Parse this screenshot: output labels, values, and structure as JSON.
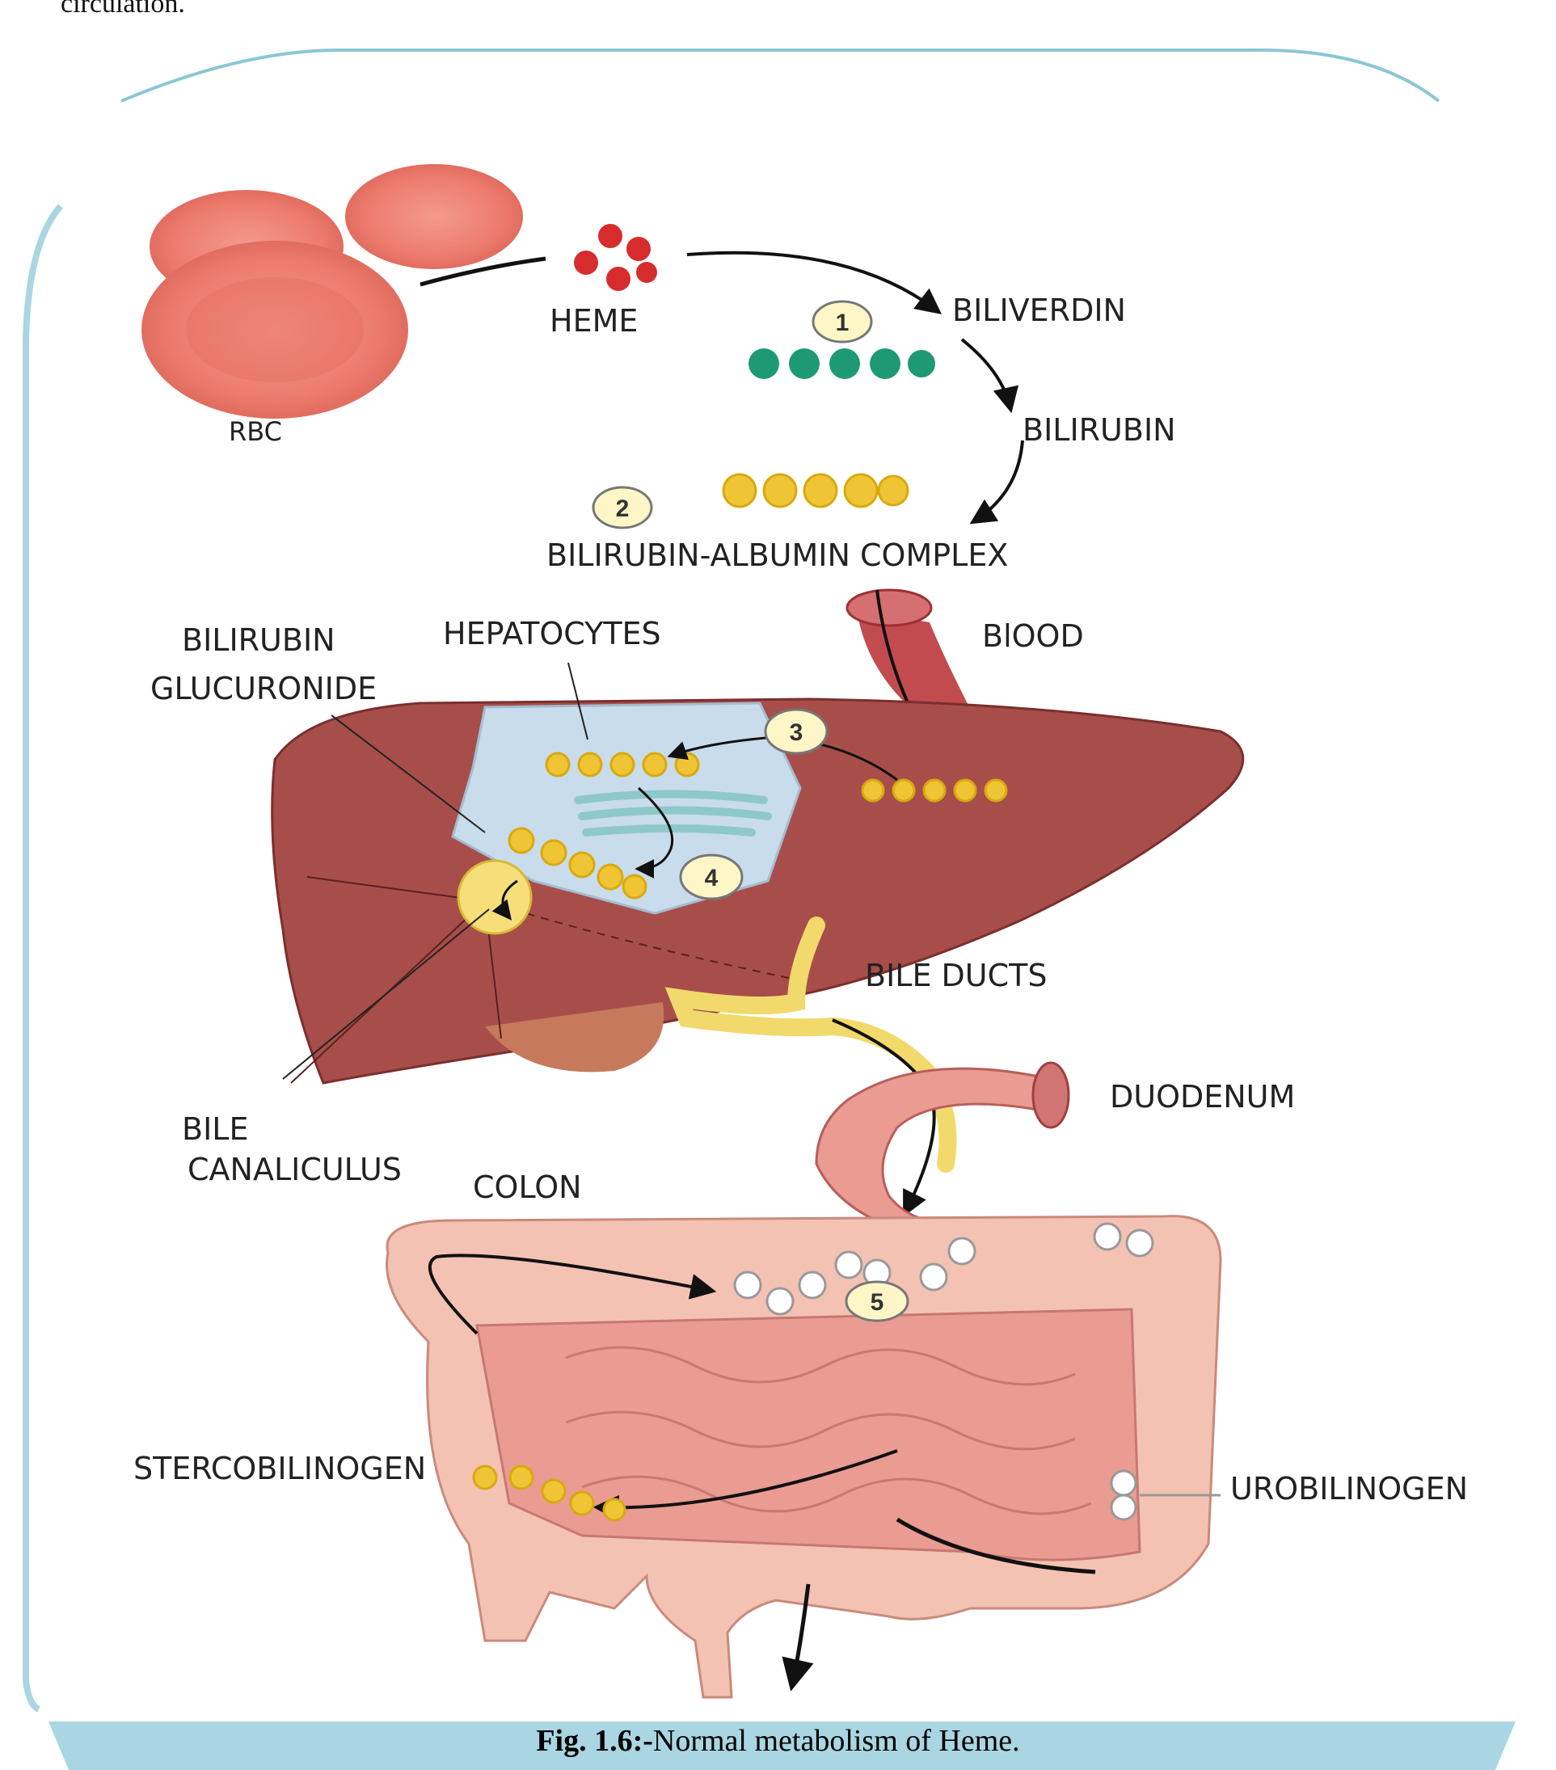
{
  "intro_text": "circulation.",
  "labels": {
    "rbc": "RBC",
    "heme": "HEME",
    "biliverdin": "BILIVERDIN",
    "bilirubin": "BILIRUBIN",
    "complex": "BILIRUBIN-ALBUMIN COMPLEX",
    "glucuronide_1": "BILIRUBIN",
    "glucuronide_2": "GLUCURONIDE",
    "hepatocytes": "HEPATOCYTES",
    "blood": "BlOOD",
    "bile_ducts": "BILE  DUCTS",
    "duodenum": "DUODENUM",
    "bile_1": "BILE",
    "bile_2": "CANALICULUS",
    "colon": "COLON",
    "stercobilinogen": "STERCOBILINOGEN",
    "urobilinogen": "UROBILINOGEN"
  },
  "steps": [
    "1",
    "2",
    "3",
    "4",
    "5"
  ],
  "caption": {
    "prefix": "Fig. 1.6:-",
    "text": "Normal metabolism of Heme."
  },
  "colors": {
    "frame": "#8cc6d4",
    "caption_band": "#a9d6e2",
    "rbc": "#ec7b6e",
    "liver": "#a84e4a",
    "hepatocyte": "#c9dcec",
    "bile": "#f2d96c",
    "bilirubin_dot": "#f0c535",
    "biliverdin_dot": "#1d9a73",
    "intestine": "#f4c2b2",
    "small_intestine": "#ea9b92"
  }
}
